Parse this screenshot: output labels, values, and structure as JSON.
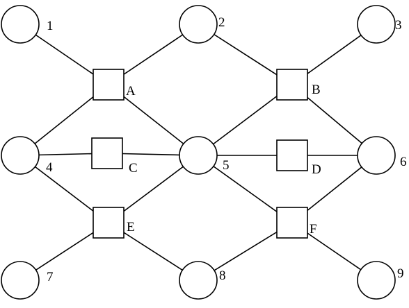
{
  "circles": [
    {
      "id": "c1",
      "label": "1"
    },
    {
      "id": "c2",
      "label": "2"
    },
    {
      "id": "c3",
      "label": "3"
    },
    {
      "id": "c4",
      "label": "4"
    },
    {
      "id": "c5",
      "label": "5"
    },
    {
      "id": "c6",
      "label": "6"
    },
    {
      "id": "c7",
      "label": "7"
    },
    {
      "id": "c8",
      "label": "8"
    },
    {
      "id": "c9",
      "label": "9"
    }
  ],
  "squares": [
    {
      "id": "sA",
      "label": "A"
    },
    {
      "id": "sB",
      "label": "B"
    },
    {
      "id": "sC",
      "label": "C"
    },
    {
      "id": "sD",
      "label": "D"
    },
    {
      "id": "sE",
      "label": "E"
    },
    {
      "id": "sF",
      "label": "F"
    }
  ],
  "edges": [
    [
      "c1",
      "sA"
    ],
    [
      "c2",
      "sA"
    ],
    [
      "c4",
      "sA"
    ],
    [
      "c5",
      "sA"
    ],
    [
      "c2",
      "sB"
    ],
    [
      "c3",
      "sB"
    ],
    [
      "c5",
      "sB"
    ],
    [
      "c6",
      "sB"
    ],
    [
      "c4",
      "sC"
    ],
    [
      "c5",
      "sC"
    ],
    [
      "c5",
      "sD"
    ],
    [
      "c6",
      "sD"
    ],
    [
      "c4",
      "sE"
    ],
    [
      "c5",
      "sE"
    ],
    [
      "c7",
      "sE"
    ],
    [
      "c8",
      "sE"
    ],
    [
      "c5",
      "sF"
    ],
    [
      "c6",
      "sF"
    ],
    [
      "c8",
      "sF"
    ],
    [
      "c9",
      "sF"
    ]
  ]
}
